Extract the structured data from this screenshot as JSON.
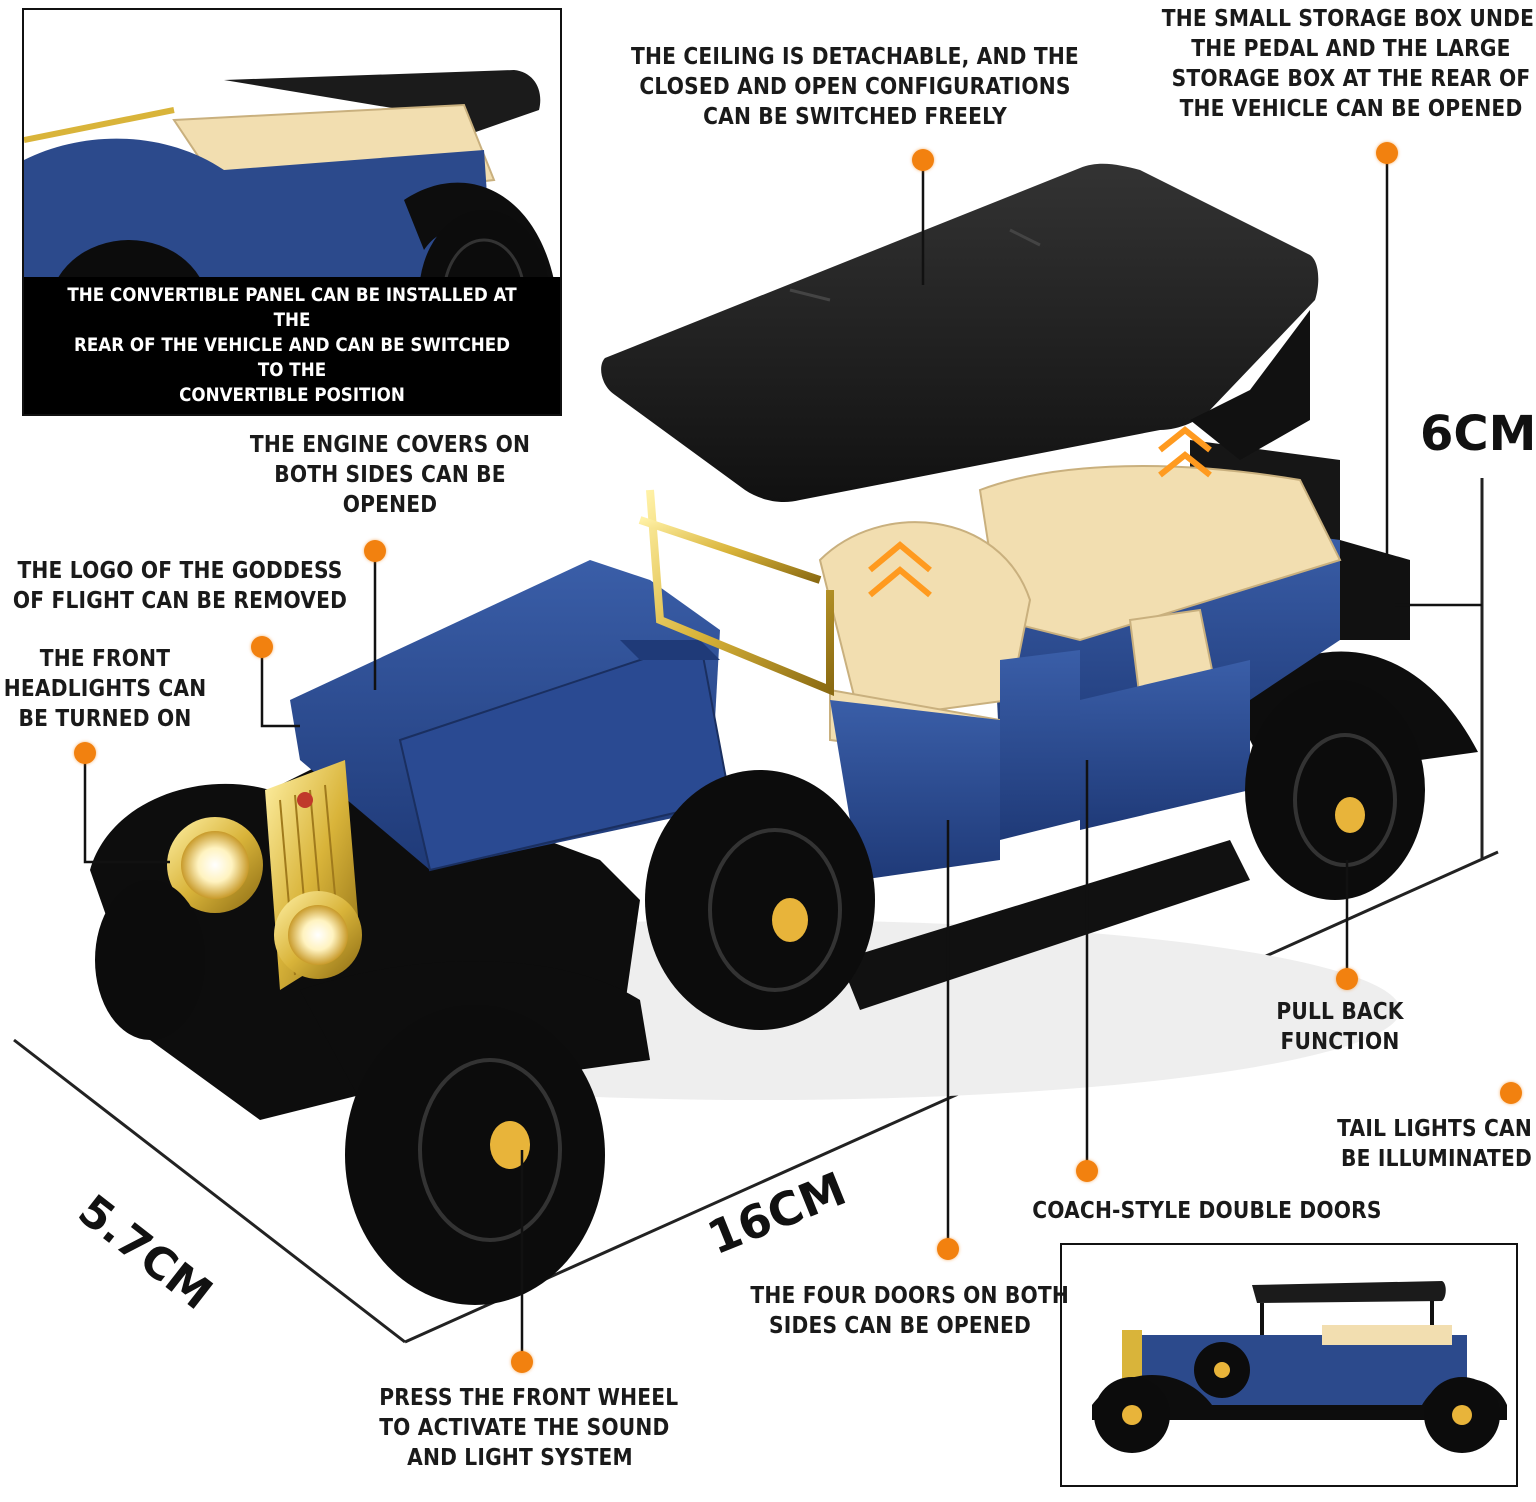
{
  "labels": {
    "ceiling": [
      "THE CEILING IS DETACHABLE, AND THE",
      "CLOSED AND OPEN CONFIGURATIONS",
      "CAN BE SWITCHED FREELY"
    ],
    "storage": [
      "THE SMALL STORAGE BOX UNDER",
      "THE PEDAL AND THE LARGE",
      "STORAGE BOX AT THE REAR OF",
      "THE VEHICLE CAN BE OPENED"
    ],
    "engine": [
      "THE ENGINE COVERS ON",
      "BOTH SIDES CAN BE",
      "OPENED"
    ],
    "logo": [
      "THE LOGO OF THE GODDESS",
      "OF FLIGHT CAN BE REMOVED"
    ],
    "headlights": [
      "THE FRONT",
      "HEADLIGHTS CAN",
      "BE TURNED ON"
    ],
    "pullback": [
      "PULL BACK",
      "FUNCTION"
    ],
    "taillights": [
      "TAIL LIGHTS CAN",
      "BE ILLUMINATED"
    ],
    "coach": [
      "COACH-STYLE DOUBLE DOORS"
    ],
    "fourdoors": [
      "THE FOUR DOORS ON BOTH",
      "SIDES CAN BE OPENED"
    ],
    "frontwheel": [
      "PRESS THE FRONT WHEEL",
      "TO ACTIVATE THE SOUND",
      "AND LIGHT SYSTEM"
    ]
  },
  "inset_caption": [
    "THE CONVERTIBLE PANEL CAN BE INSTALLED AT THE",
    "REAR OF THE VEHICLE AND CAN BE SWITCHED TO THE",
    "CONVERTIBLE POSITION"
  ],
  "dimensions": {
    "height": "6CM",
    "width": "5.7CM",
    "length": "16CM"
  },
  "colors": {
    "accent": "#f2810f",
    "body_blue": "#2c4a8c",
    "interior_cream": "#f2deb0",
    "roof_black": "#1c1c1c",
    "gold": "#d9b43a"
  }
}
